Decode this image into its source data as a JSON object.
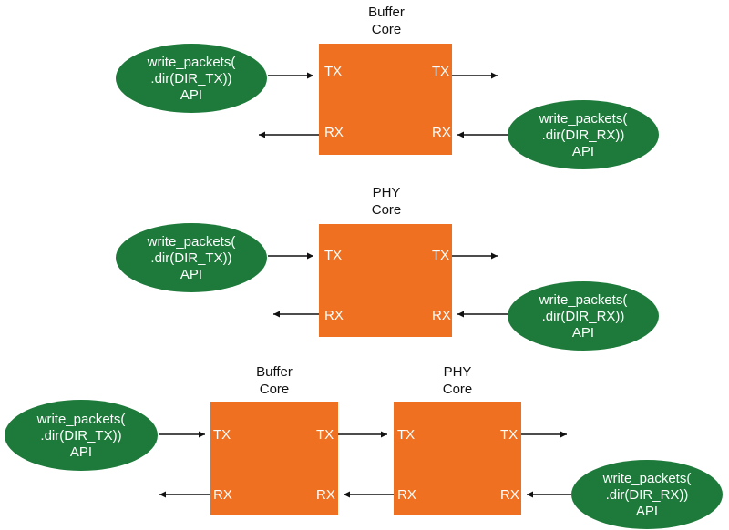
{
  "colors": {
    "core_fill": "#F07022",
    "api_fill": "#1D7A3A",
    "arrow": "#111111",
    "text_on_shape": "#ffffff",
    "title_text": "#111111"
  },
  "ports": {
    "tx": "TX",
    "rx": "RX"
  },
  "diagrams": [
    {
      "cores": [
        {
          "title_line1": "Buffer",
          "title_line2": "Core"
        }
      ],
      "tx_api": {
        "line1": "write_packets(",
        "line2": ".dir(DIR_TX))",
        "line3": "API"
      },
      "rx_api": {
        "line1": "write_packets(",
        "line2": ".dir(DIR_RX))",
        "line3": "API"
      }
    },
    {
      "cores": [
        {
          "title_line1": "PHY",
          "title_line2": "Core"
        }
      ],
      "tx_api": {
        "line1": "write_packets(",
        "line2": ".dir(DIR_TX))",
        "line3": "API"
      },
      "rx_api": {
        "line1": "write_packets(",
        "line2": ".dir(DIR_RX))",
        "line3": "API"
      }
    },
    {
      "cores": [
        {
          "title_line1": "Buffer",
          "title_line2": "Core"
        },
        {
          "title_line1": "PHY",
          "title_line2": "Core"
        }
      ],
      "tx_api": {
        "line1": "write_packets(",
        "line2": ".dir(DIR_TX))",
        "line3": "API"
      },
      "rx_api": {
        "line1": "write_packets(",
        "line2": ".dir(DIR_RX))",
        "line3": "API"
      }
    }
  ]
}
